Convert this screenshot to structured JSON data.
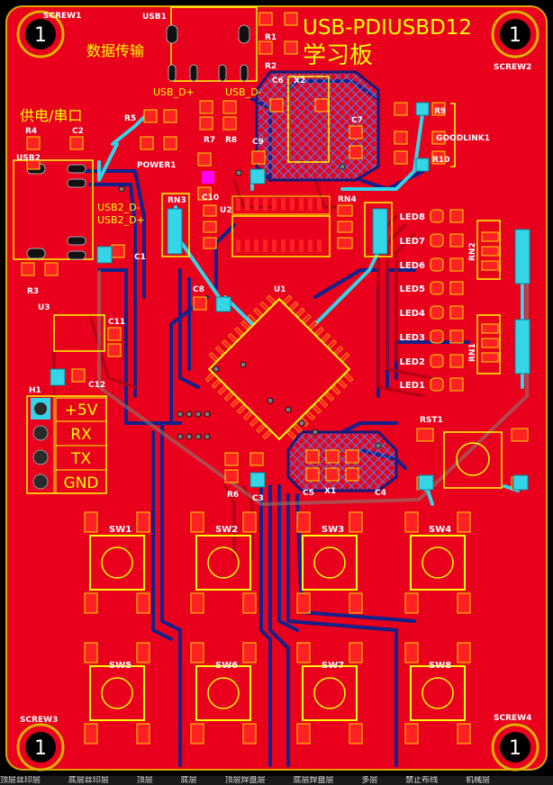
{
  "board": {
    "title": "USB-PDIUSBD12",
    "subtitle": "学习板",
    "label_data": "数据传输",
    "label_power": "供电/串口"
  },
  "screws": [
    {
      "label": "SCREW1",
      "num": "1"
    },
    {
      "label": "SCREW2",
      "num": "1"
    },
    {
      "label": "SCREW3",
      "num": "1"
    },
    {
      "label": "SCREW4",
      "num": "1"
    }
  ],
  "refs": {
    "usb1": "USB1",
    "usb2": "USB2",
    "r1": "R1",
    "r2": "R2",
    "r3": "R3",
    "r4": "R4",
    "r5": "R5",
    "r6": "R6",
    "r7": "R7",
    "r8": "R8",
    "r9": "R9",
    "r10": "R10",
    "c1": "C1",
    "c2": "C2",
    "c3": "C3",
    "c4": "C4",
    "c5": "C5",
    "c6": "C6",
    "c7": "C7",
    "c8": "C8",
    "c9": "C9",
    "c10": "C10",
    "c11": "C11",
    "c12": "C12",
    "x1": "X1",
    "x2": "X2",
    "u1": "U1",
    "u2": "U2",
    "u3": "U3",
    "rn1": "RN1",
    "rn2": "RN2",
    "rn3": "RN3",
    "rn4": "RN4",
    "power1": "POWER1",
    "goodlink1": "GOODLINK1",
    "rst1": "RST1",
    "h1": "H1",
    "usb_dp": "USB_D+",
    "usb_dm": "USB_D-",
    "usb2_dp": "USB2_D+",
    "usb2_dm": "USB2_D-"
  },
  "leds": [
    "LED8",
    "LED7",
    "LED6",
    "LED5",
    "LED4",
    "LED3",
    "LED2",
    "LED1"
  ],
  "header_pins": [
    "+5V",
    "RX",
    "TX",
    "GND"
  ],
  "switches": [
    "SW1",
    "SW2",
    "SW3",
    "SW4",
    "SW5",
    "SW6",
    "SW7",
    "SW8"
  ],
  "status_tabs": [
    "顶层丝印层",
    "底层丝印层",
    "顶层",
    "底层",
    "顶层焊盘层",
    "底层焊盘层",
    "多层",
    "禁止布线",
    "机械层"
  ],
  "colors": {
    "board": "#e8001c",
    "silk": "#ffff00",
    "pad": "#ff1a1a",
    "trace_top": "#c40016",
    "trace_bottom": "#13228a",
    "highlight": "#33d5e6",
    "edge": "#e0b100",
    "via": "#6a6a6a"
  }
}
